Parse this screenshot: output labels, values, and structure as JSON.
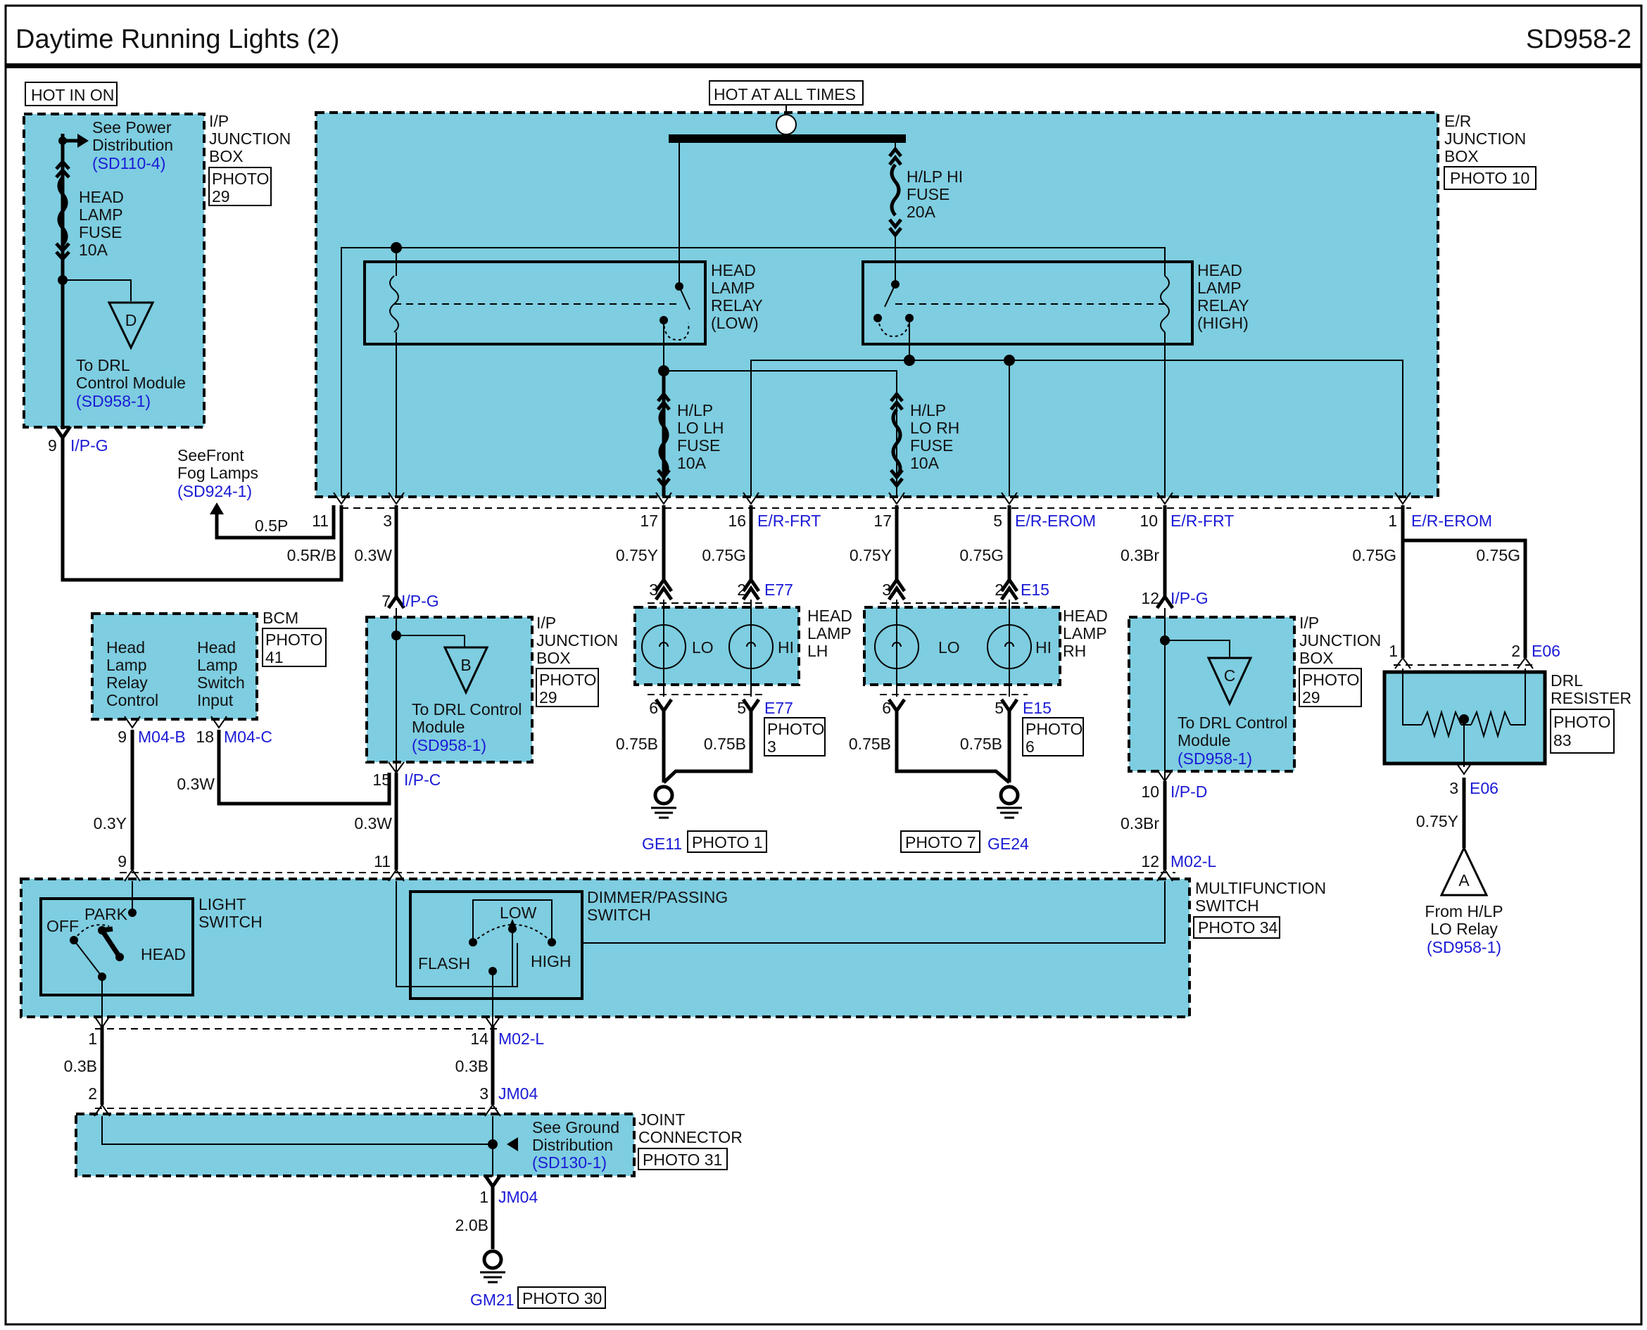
{
  "colors": {
    "box_fill": "#7ecde0",
    "ref_blue": "#1a1ad6",
    "wire": "#000000"
  },
  "header": {
    "title": "Daytime Running Lights (2)",
    "page_code": "SD958-2"
  },
  "hot_in_on": "HOT IN ON",
  "hot_at_all_times": "HOT AT ALL TIMES",
  "ip_jb_left": {
    "name": [
      "I/P",
      "JUNCTION",
      "BOX"
    ],
    "photo": [
      "PHOTO",
      "29"
    ],
    "see": [
      "See Power",
      "Distribution"
    ],
    "see_ref": "(SD110-4)",
    "fuse": [
      "HEAD",
      "LAMP",
      "FUSE",
      "10A"
    ],
    "marker": "D",
    "to": [
      "To DRL",
      "Control Module"
    ],
    "to_ref": "(SD958-1)",
    "pin": "9",
    "conn": "I/P-G"
  },
  "er_jb": {
    "name": [
      "E/R",
      "JUNCTION",
      "BOX"
    ],
    "photo": "PHOTO 10",
    "hi_fuse": [
      "H/LP HI",
      "FUSE",
      "20A"
    ],
    "relay_low": [
      "HEAD",
      "LAMP",
      "RELAY",
      "(LOW)"
    ],
    "relay_high": [
      "HEAD",
      "LAMP",
      "RELAY",
      "(HIGH)"
    ],
    "lo_lh_fuse": [
      "H/LP",
      "LO LH",
      "FUSE",
      "10A"
    ],
    "lo_rh_fuse": [
      "H/LP",
      "LO RH",
      "FUSE",
      "10A"
    ]
  },
  "fog": {
    "text": [
      "SeeFront",
      "Fog Lamps"
    ],
    "ref": "(SD924-1)",
    "wire": "0.5P"
  },
  "er_pins": [
    {
      "pin": "11",
      "conn": ""
    },
    {
      "pin": "3",
      "conn": ""
    },
    {
      "pin": "17",
      "conn": ""
    },
    {
      "pin": "16",
      "conn": "E/R-FRT"
    },
    {
      "pin": "17",
      "conn": ""
    },
    {
      "pin": "5",
      "conn": "E/R-EROM"
    },
    {
      "pin": "10",
      "conn": "E/R-FRT"
    },
    {
      "pin": "1",
      "conn": "E/R-EROM"
    }
  ],
  "wires": {
    "w1": "0.5R/B",
    "w2": "0.3W",
    "w3": "0.75Y",
    "w4": "0.75G",
    "w5": "0.75Y",
    "w6": "0.75G",
    "w7": "0.3Br",
    "w8": "0.75G",
    "w9": "0.75G",
    "w10": "0.75B",
    "w11": "0.75B",
    "w12": "0.75B",
    "w13": "0.75B",
    "w14": "0.3W",
    "w15": "0.3W",
    "w16": "0.3Y",
    "w17": "0.3Br",
    "w18": "0.75Y",
    "w19": "0.3B",
    "w20": "0.3B",
    "w21": "2.0B"
  },
  "ip_jb_center": {
    "name": [
      "I/P",
      "JUNCTION",
      "BOX"
    ],
    "photo": [
      "PHOTO",
      "29"
    ],
    "marker": "B",
    "to": [
      "To DRL Control",
      "Module"
    ],
    "to_ref": "(SD958-1)",
    "top_pin": "7",
    "top_conn": "I/P-G",
    "bot_pin": "15",
    "bot_conn": "I/P-C"
  },
  "bcm": {
    "name": "BCM",
    "photo": [
      "PHOTO",
      "41"
    ],
    "left": [
      "Head",
      "Lamp",
      "Relay",
      "Control"
    ],
    "right": [
      "Head",
      "Lamp",
      "Switch",
      "Input"
    ],
    "pin_a": "9",
    "conn_a": "M04-B",
    "pin_b": "18",
    "conn_b": "M04-C"
  },
  "lamp_lh": {
    "name": [
      "HEAD",
      "LAMP",
      "LH"
    ],
    "lo": "LO",
    "hi": "HI",
    "pin_t1": "3",
    "pin_t2": "2",
    "conn_t": "E77",
    "pin_b1": "6",
    "pin_b2": "5",
    "conn_b": "E77",
    "photo": [
      "PHOTO",
      "3"
    ],
    "ground": "GE11",
    "ground_photo": "PHOTO 1"
  },
  "lamp_rh": {
    "name": [
      "HEAD",
      "LAMP",
      "RH"
    ],
    "lo": "LO",
    "hi": "HI",
    "pin_t1": "3",
    "pin_t2": "2",
    "conn_t": "E15",
    "pin_b1": "6",
    "pin_b2": "5",
    "conn_b": "E15",
    "photo": [
      "PHOTO",
      "6"
    ],
    "ground": "GE24",
    "ground_photo": "PHOTO 7"
  },
  "ip_jb_right": {
    "name": [
      "I/P",
      "JUNCTION",
      "BOX"
    ],
    "photo": [
      "PHOTO",
      "29"
    ],
    "marker": "C",
    "to": [
      "To DRL Control",
      "Module"
    ],
    "to_ref": "(SD958-1)",
    "top_pin": "12",
    "top_conn": "I/P-G",
    "bot_pin": "10",
    "bot_conn": "I/P-D"
  },
  "drl_resister": {
    "name": [
      "DRL",
      "RESISTER"
    ],
    "photo": [
      "PHOTO",
      "83"
    ],
    "pin_l": "1",
    "pin_r": "2",
    "conn_t": "E06",
    "pin_b": "3",
    "conn_b": "E06",
    "marker": "A",
    "from": [
      "From H/LP",
      "LO Relay"
    ],
    "from_ref": "(SD958-1)"
  },
  "multifunction": {
    "name": [
      "MULTIFUNCTION",
      "SWITCH"
    ],
    "photo": "PHOTO 34",
    "light_switch": [
      "LIGHT",
      "SWITCH"
    ],
    "off": "OFF",
    "park": "PARK",
    "head": "HEAD",
    "dimmer": [
      "DIMMER/PASSING",
      "SWITCH"
    ],
    "low": "LOW",
    "flash": "FLASH",
    "high": "HIGH",
    "top_pins": [
      "9",
      "11",
      "12"
    ],
    "top_conn": "M02-L",
    "bot_pins": [
      "1",
      "14"
    ],
    "bot_conn": "M02-L"
  },
  "joint": {
    "name": [
      "JOINT",
      "CONNECTOR"
    ],
    "photo": "PHOTO 31",
    "see": [
      "See Ground",
      "Distribution"
    ],
    "see_ref": "(SD130-1)",
    "pin_a": "2",
    "pin_b": "3",
    "conn": "JM04",
    "pin_c": "1",
    "conn_c": "JM04",
    "ground": "GM21",
    "ground_photo": "PHOTO 30"
  }
}
